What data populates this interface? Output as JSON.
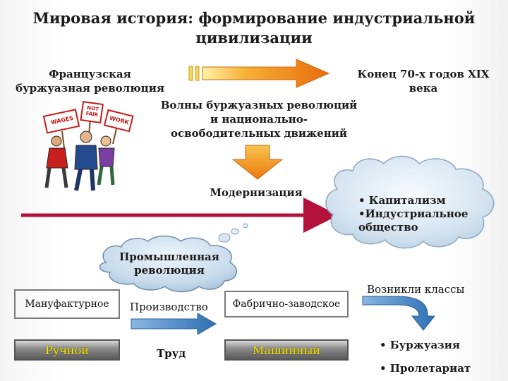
{
  "title": "Мировая история: формирование индустриальной цивилизации",
  "left_label": "Французская буржуазная революция",
  "right_label": "Конец 70-х годов XIX века",
  "waves_label": "Волны буржуазных революций и национально-освободительных движений",
  "modernization_label": "Модернизация",
  "cloud_right": {
    "items": [
      "• Капитализм",
      "•Индустриальное общество"
    ]
  },
  "industrial_revolution_label": "Промышленная революция",
  "production_row": {
    "left": "Мануфактурное",
    "middle": "Производство",
    "right": "Фабрично-заводское"
  },
  "labor_row": {
    "left": "Ручной",
    "middle": "Труд",
    "right": "Машинный"
  },
  "classes": {
    "heading": "Возникли классы",
    "items": [
      "• Буржуазия",
      "• Пролетариат"
    ]
  },
  "protest_signs": [
    "WAGES",
    "NOT FAIR",
    "WORK"
  ],
  "colors": {
    "orange_arrow": "#f08a12",
    "blue_arrow": "#4a86c5",
    "timeline": "#b5123b",
    "cloud_fill": "#cfe0ee"
  }
}
